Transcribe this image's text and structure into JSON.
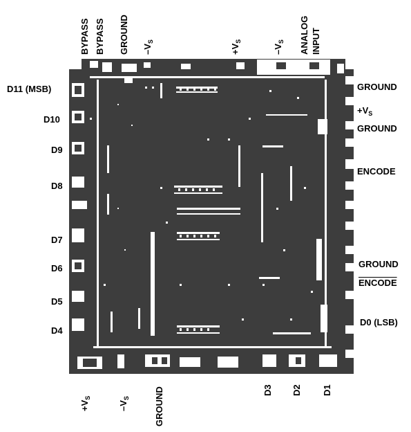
{
  "die": {
    "body_color": "#3d3d3d",
    "feature_color": "#ffffff"
  },
  "labels": {
    "top": {
      "bypass_1": "BYPASS",
      "bypass_2": "BYPASS",
      "ground": "GROUND",
      "minus_vs_1": "–V",
      "vs_sub": "S",
      "plus_vs": "+V",
      "minus_vs_2": "–V",
      "analog": "ANALOG",
      "input": "INPUT"
    },
    "left": {
      "d11": "D11 (MSB)",
      "d10": "D10",
      "d9": "D9",
      "d8": "D8",
      "d7": "D7",
      "d6": "D6",
      "d5": "D5",
      "d4": "D4"
    },
    "right": {
      "ground_1": "GROUND",
      "plus_vs": "+V",
      "vs_sub": "S",
      "ground_2": "GROUND",
      "encode": "ENCODE",
      "ground_3": "GROUND",
      "encode_bar": "ENCODE",
      "d0": "D0 (LSB)"
    },
    "bottom": {
      "plus_vs": "+V",
      "minus_vs": "–V",
      "vs_sub": "S",
      "ground": "GROUND",
      "d3": "D3",
      "d2": "D2",
      "d1": "D1"
    }
  }
}
